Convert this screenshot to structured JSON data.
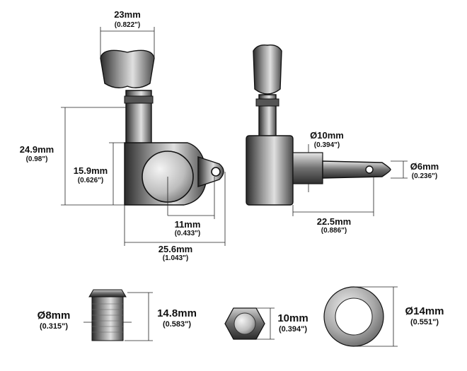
{
  "colors": {
    "metal_dark": "#3a3a3a",
    "metal_mid": "#7a7a7a",
    "metal_light": "#d8d8d8",
    "line": "#222222"
  },
  "dimensions": {
    "button_width": {
      "metric": "23mm",
      "imperial": "(0.822\")"
    },
    "total_height": {
      "metric": "24.9mm",
      "imperial": "(0.98\")"
    },
    "body_height": {
      "metric": "15.9mm",
      "imperial": "(0.626\")"
    },
    "post_offset": {
      "metric": "11mm",
      "imperial": "(0.433\")"
    },
    "total_width": {
      "metric": "25.6mm",
      "imperial": "(1.043\")"
    },
    "bushing_dia": {
      "metric": "Ø10mm",
      "imperial": "(0.394\")"
    },
    "post_dia": {
      "metric": "Ø6mm",
      "imperial": "(0.236\")"
    },
    "post_length": {
      "metric": "22.5mm",
      "imperial": "(0.886\")"
    },
    "sleeve_dia": {
      "metric": "Ø8mm",
      "imperial": "(0.315\")"
    },
    "sleeve_height": {
      "metric": "14.8mm",
      "imperial": "(0.583\")"
    },
    "nut_width": {
      "metric": "10mm",
      "imperial": "(0.394\")"
    },
    "washer_dia": {
      "metric": "Ø14mm",
      "imperial": "(0.551\")"
    }
  }
}
